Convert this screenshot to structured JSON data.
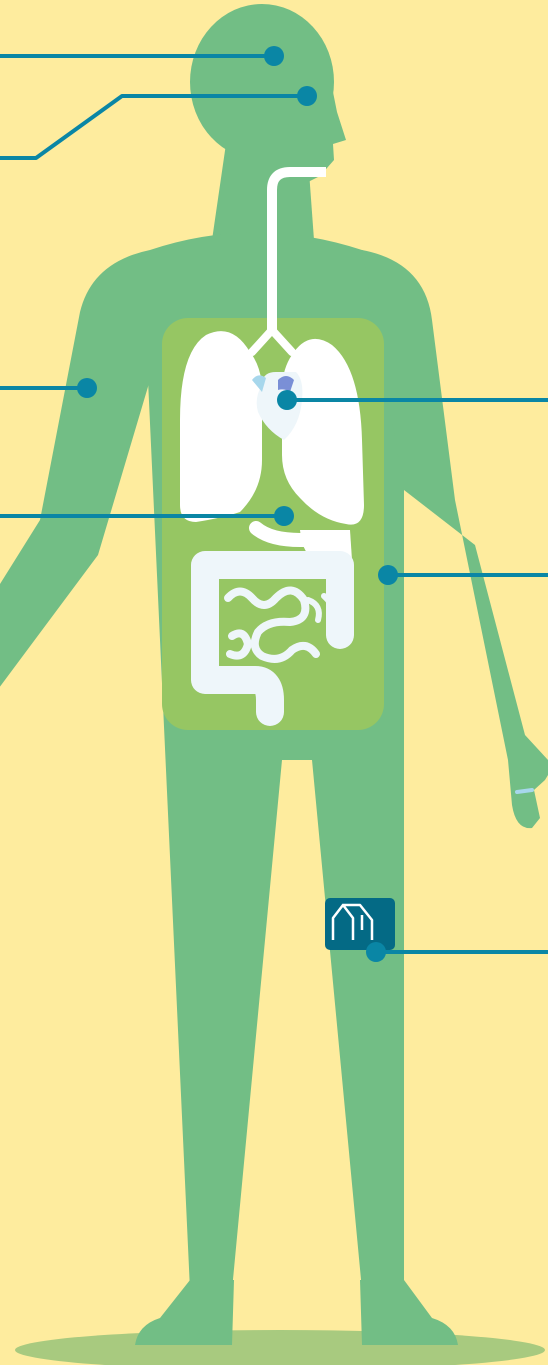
{
  "diagram": {
    "subject": "human-body-anatomy",
    "colors": {
      "background": "#FEEC9E",
      "body": "#72BE85",
      "torso_panel": "#96C663",
      "ground_shadow": "#A8CA7F",
      "organs": "#FFFFFF",
      "intestines": "#EEF6FA",
      "callout": "#0A86A5",
      "implant": "#046A85",
      "heart_accent": "#A7D7EC",
      "heart_vessel": "#7A8FD6"
    },
    "callouts": [
      {
        "id": "brain",
        "side": "left",
        "label": ""
      },
      {
        "id": "face",
        "side": "left",
        "label": ""
      },
      {
        "id": "shoulder-arm",
        "side": "left",
        "label": ""
      },
      {
        "id": "stomach",
        "side": "left",
        "label": ""
      },
      {
        "id": "heart",
        "side": "right",
        "label": ""
      },
      {
        "id": "abdomen",
        "side": "right",
        "label": ""
      },
      {
        "id": "thigh-implant",
        "side": "right",
        "label": ""
      }
    ]
  }
}
